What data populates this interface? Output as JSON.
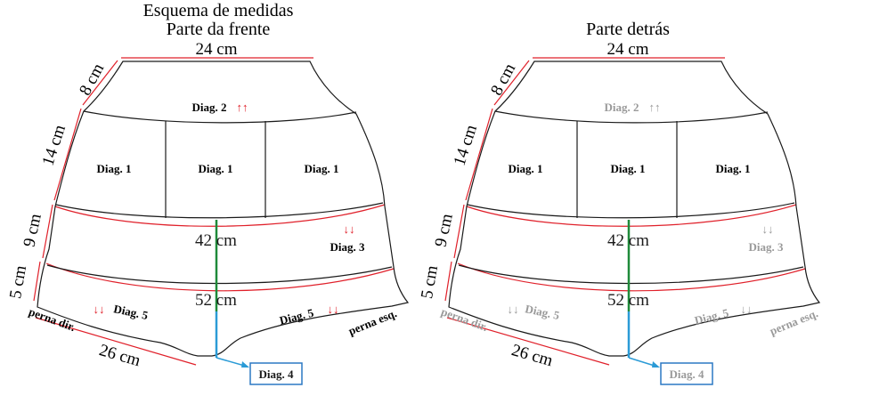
{
  "front": {
    "title_line1": "Esquema de medidas",
    "title_line2": "Parte da frente",
    "waist": "24 cm",
    "side_band": "8 cm",
    "side_body": "14 cm",
    "side_lower": "9 cm",
    "side_bottom": "5 cm",
    "width_42": "42 cm",
    "width_52": "52 cm",
    "leg_width": "26 cm",
    "diag1": "Diag. 1",
    "diag2": "Diag. 2",
    "diag3": "Diag. 3",
    "diag4": "Diag. 4",
    "diag5": "Diag. 5",
    "arrows_up": "↑↑",
    "arrows_down": "↓↓",
    "leg_right": "perna dir.",
    "leg_left": "perna esq."
  },
  "back": {
    "title": "Parte detrás",
    "waist": "24 cm",
    "side_band": "8 cm",
    "side_body": "14 cm",
    "side_lower": "9 cm",
    "side_bottom": "5 cm",
    "width_42": "42 cm",
    "width_52": "52 cm",
    "leg_width": "26 cm",
    "diag1": "Diag. 1",
    "diag2": "Diag. 2",
    "diag3": "Diag. 3",
    "diag4": "Diag. 4",
    "diag5": "Diag. 5",
    "arrows_up": "↑↑",
    "arrows_down": "↓↓",
    "leg_right": "perna dir.",
    "leg_left": "perna esq."
  },
  "colors": {
    "outline": "#1a1a1a",
    "measure_red": "#e0202a",
    "arrow_red": "#e0202a",
    "center_green": "#1f8a3a",
    "center_blue": "#2b9bd6",
    "grey_text": "#9a9a9a",
    "box_border": "#2b78c4"
  }
}
